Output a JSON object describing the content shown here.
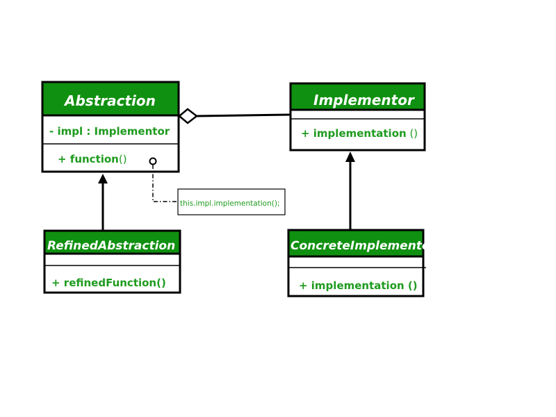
{
  "colors": {
    "header_fill": "#109010",
    "text_green": "#1f9b1f",
    "border": "#000000",
    "header_text": "#ffffff"
  },
  "classes": {
    "abstraction": {
      "name": "Abstraction",
      "attribute": "- impl : Implementor",
      "operation_name": "+ function",
      "operation_parens": "()"
    },
    "implementor": {
      "name": "Implementor",
      "operation_name": "+ implementation",
      "operation_parens": " ()"
    },
    "refined_abstraction": {
      "name": "RefinedAbstraction",
      "operation_name": "+ refinedFunction()"
    },
    "concrete_implementor": {
      "name": "ConcreteImplementor",
      "operation_name": "+ implementation",
      "operation_parens": " ()"
    }
  },
  "note": {
    "text": "this.impl.implementation();"
  },
  "relations": [
    {
      "type": "aggregation",
      "from": "Abstraction",
      "to": "Implementor"
    },
    {
      "type": "generalization",
      "from": "RefinedAbstraction",
      "to": "Abstraction"
    },
    {
      "type": "generalization",
      "from": "ConcreteImplementor",
      "to": "Implementor"
    },
    {
      "type": "note-anchor",
      "from": "note",
      "to": "Abstraction.function"
    }
  ]
}
